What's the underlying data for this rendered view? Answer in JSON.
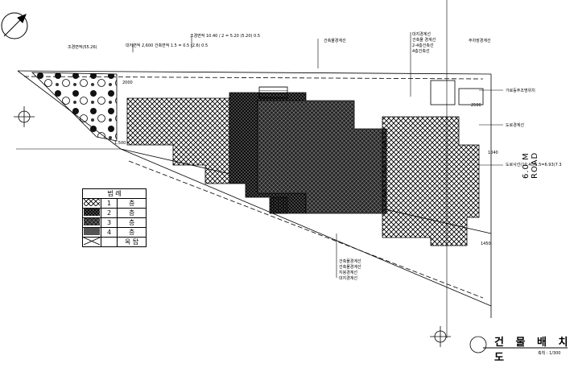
{
  "drawing": {
    "title": "건 물 배 치 도",
    "road_label": "6.0 M ROAD",
    "legend": {
      "title": "범 례",
      "items": [
        {
          "num": "1",
          "label": "층",
          "fill": "cross1"
        },
        {
          "num": "2",
          "label": "층",
          "fill": "cross2"
        },
        {
          "num": "3",
          "label": "층",
          "fill": "cross3"
        },
        {
          "num": "4",
          "label": "층",
          "fill": "solid"
        },
        {
          "num": "",
          "label": "옥 탑",
          "fill": "x"
        }
      ]
    },
    "annotations": {
      "top_center": "조경면적 10.40 / 2 = 5.20 (5.20) 0.5",
      "top_left_mid": "대지면적 2,600 건축면적 1.5 = 0.5 (2.6) 0.5",
      "landscape": "조경면적(55.26)",
      "building_line": "건축물경계선",
      "top_right_1": "대지경계선",
      "top_right_2": "건축물 경계선",
      "top_right_3": "2-4층건축선",
      "top_right_4": "4층건축선",
      "top_far_right": "주차장경계선",
      "right_1": "가로등주조명위치",
      "right_2": "도로경계선",
      "right_3": "도로사선(10.40/1.5=6.93)7.3",
      "bottom_1": "건축물경계선",
      "bottom_2": "건축물경계선",
      "bottom_3": "지붕경계선",
      "bottom_4": "대지경계선"
    },
    "dimensions": {
      "d1": "2000",
      "d2": "1,500",
      "d3": "2500",
      "d4": "1040",
      "d5": "1450"
    },
    "scale": "축척 : 1/300",
    "icons": [
      "north-arrow-icon",
      "section-marker-icon"
    ]
  }
}
